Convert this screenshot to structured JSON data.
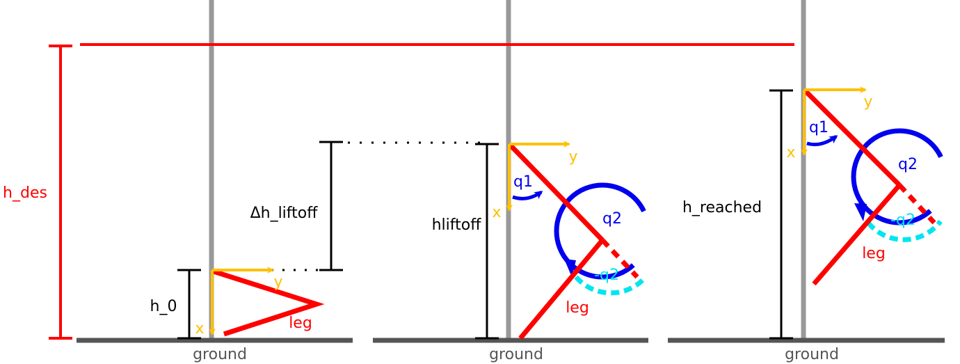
{
  "colors": {
    "pole": "#999999",
    "ground": "#555555",
    "leg": "#ff0000",
    "target_line": "#ff0000",
    "axis_arrow": "#ffc000",
    "joint_arc": "#0000ee",
    "negative_arc": "#00e5ee",
    "dimension": "#000000",
    "ground_label": "#555555"
  },
  "labels": {
    "h_des": "h_des",
    "h_0": "h_0",
    "delta_h_liftoff": "Δh_liftoff",
    "hliftoff": "hliftoff",
    "h_reached": "h_reached",
    "ground_1": "ground",
    "ground_2": "ground",
    "ground_3": "ground",
    "leg_1": "leg",
    "leg_2": "leg",
    "leg_3": "leg",
    "x_1": "x",
    "y_1": "y",
    "x_2": "x",
    "y_2": "y",
    "x_3": "x",
    "y_3": "y",
    "q1_2": "q1",
    "q2_2": "q2",
    "neg_q2_2": "-q2",
    "q1_3": "q1",
    "q2_3": "q2",
    "neg_q2_3": "-q2"
  }
}
